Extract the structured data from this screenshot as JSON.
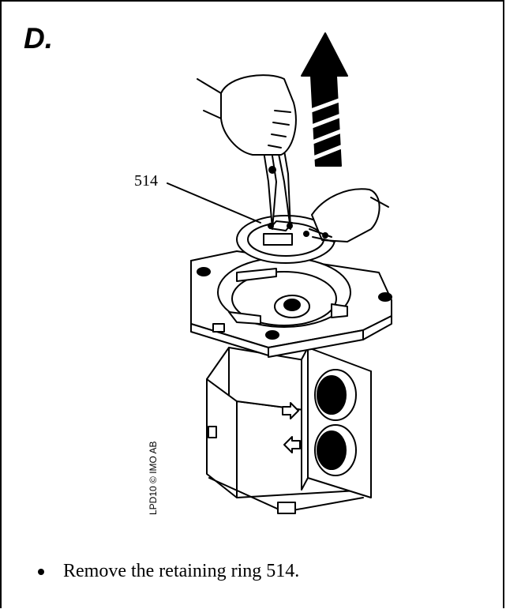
{
  "step": {
    "letter": "D."
  },
  "figure": {
    "callout_label": "514",
    "copyright": "LPD10 © IMO AB",
    "colors": {
      "ink": "#000000",
      "paper": "#ffffff"
    }
  },
  "instruction": {
    "text": "Remove the retaining ring 514."
  }
}
